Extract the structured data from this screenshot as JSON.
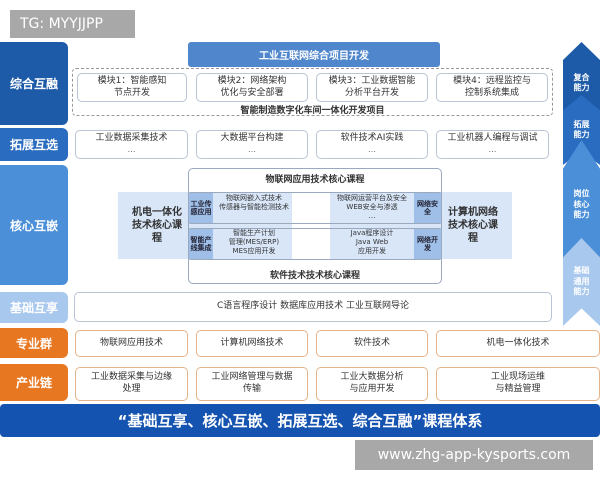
{
  "watermark_top": "TG: MYYJJPP",
  "watermark_bottom": "www.zhg-app-kysports.com",
  "colors": {
    "dark_blue": "#1d5aa8",
    "mid_blue": "#4a8fd8",
    "light_blue": "#a9c8ee",
    "orange": "#e87722"
  },
  "rows": {
    "r1": "综合互融",
    "r2": "拓展互选",
    "r3": "核心互嵌",
    "r4": "基础互享",
    "r5": "专业群",
    "r6": "产业链"
  },
  "comprehensive": {
    "header": "工业互联网综合项目开发",
    "modules": [
      [
        "模块1：智能感知",
        "节点开发"
      ],
      [
        "模块2：网络架构",
        "优化与安全部署"
      ],
      [
        "模块3：工业数据智能",
        "分析平台开发"
      ],
      [
        "模块4：远程监控与",
        "控制系统集成"
      ]
    ],
    "project": "智能制造数字化车间一体化开发项目"
  },
  "expand": [
    "工业数据采集技术",
    "大数据平台构建",
    "软件技术AI实践",
    "工业机器人编程与调试"
  ],
  "ellipsis": "…",
  "core": {
    "top_title": "物联网应用技术核心课程",
    "bottom_title": "软件技术技术核心课程",
    "left_title": "机电一体化技术核心课程",
    "right_title": "计算机网络技术核心课程",
    "tl_tag": "工业传感应用",
    "tl_text": [
      "物联网嵌入式技术",
      "传感器与智能检测技术"
    ],
    "bl_tag": "智能产线集成",
    "bl_text": [
      "智能生产计划",
      "管理(MES/ERP)",
      "MES应用开发"
    ],
    "tr_tag": "网络安全",
    "tr_text": [
      "物联网运营平台及安全",
      "WEB安全与渗透"
    ],
    "br_tag": "网络开发",
    "br_text": [
      "Java程序设计",
      "Java Web",
      "应用开发"
    ]
  },
  "foundation": "C语言程序设计  数据库应用技术  工业互联网导论",
  "majors": [
    "物联网应用技术",
    "计算机网络技术",
    "软件技术",
    "机电一体化技术"
  ],
  "industry": [
    [
      "工业数据采集与边缘",
      "处理"
    ],
    [
      "工业网络管理与数据",
      "传输"
    ],
    [
      "工业大数据分析",
      "与应用开发"
    ],
    [
      "工业现场运维",
      "与精益管理"
    ]
  ],
  "banner": "“基础互享、核心互嵌、拓展互选、综合互融”课程体系",
  "arrows": [
    [
      "复合",
      "能力"
    ],
    [
      "拓展",
      "能力"
    ],
    [
      "岗位",
      "核心",
      "能力"
    ],
    [
      "基础",
      "通用",
      "能力"
    ]
  ]
}
